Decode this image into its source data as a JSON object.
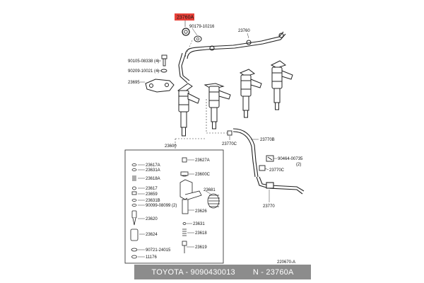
{
  "diagram_code": "220670-A",
  "footer": {
    "part_text": "TOYOTA - 9090430013",
    "ref_text": "N - 23760A"
  },
  "highlight_label": "23760A",
  "labels": {
    "p90179_10216": "90179-10216",
    "p23760": "23760",
    "p90105_08338": "90105-08338 (4)",
    "p90209_10021": "90209-10021 (4)",
    "p23695": "23695",
    "p23600": "23600",
    "p23770b": "23770B",
    "p23770c_top": "23770C",
    "p90464_00735": "90464-00735",
    "p90464_qty": "(2)",
    "p23770c_mid": "23770C",
    "p23770": "23770",
    "p23617a": "23617A",
    "p23631a": "23631A",
    "p23618a": "23618A",
    "p23617": "23617",
    "p23659": "23659",
    "p23631b": "23631B",
    "p90099_08099": "90099-08099 (2)",
    "p23620": "23620",
    "p23624": "23624",
    "p90721_24015": "90721-24015",
    "p11176": "11176",
    "p23627a": "23627A",
    "p23600c": "23600C",
    "p23681": "23681",
    "p23626": "23626",
    "p23631": "23631",
    "p23618": "23618",
    "p23619": "23619"
  }
}
